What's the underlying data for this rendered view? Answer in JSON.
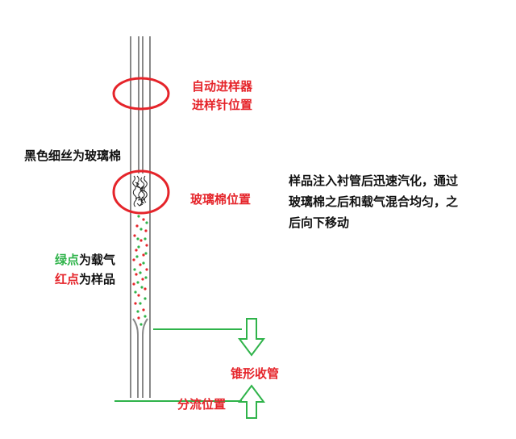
{
  "labels": {
    "injector_line1": "自动进样器",
    "injector_line2": "进样针位置",
    "glass_wool_position": "玻璃棉位置",
    "black_thread": "黑色细丝为玻璃棉",
    "desc_line1": "样品注入衬管后迅速汽化，通过",
    "desc_line2": "玻璃棉之后和载气混合均匀，之",
    "desc_line3": "后向下移动",
    "green_prefix": "绿点",
    "green_suffix": "为载气",
    "red_prefix": "红点",
    "red_suffix": "为样品",
    "cone_collect": "锥形收管",
    "split_position": "分流位置"
  },
  "colors": {
    "red": "#e5242a",
    "green": "#2fb34a",
    "tube": "#888888",
    "text": "#111111"
  }
}
